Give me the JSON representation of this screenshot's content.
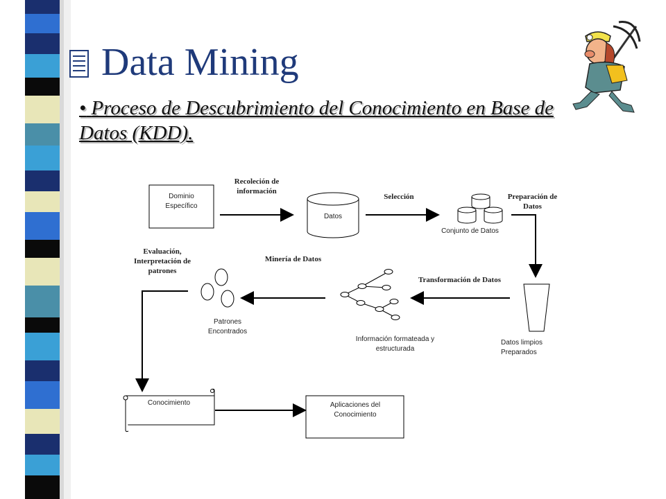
{
  "slide": {
    "title": "Data Mining",
    "subtitle_bullet": "•",
    "subtitle": "Proceso de Descubrimiento del Conocimiento en Base de Datos (KDD)."
  },
  "diagram": {
    "steps": {
      "recoleccion": "Recoleción de información",
      "seleccion": "Selección",
      "preparacion": "Preparación de Datos",
      "transformacion": "Transformación de Datos",
      "mineria": "Minería de Datos",
      "evaluacion": "Evaluación, Interpretación de patrones"
    },
    "nodes": {
      "dominio": "Dominio Específico",
      "datos": "Datos",
      "conjunto": "Conjunto de Datos",
      "limpios": "Datos limpios Preparados",
      "info": "Información formateada y estructurada",
      "patrones": "Patrones Encontrados",
      "conocimiento": "Conocimiento",
      "aplicaciones": "Aplicaciones del Conocimiento"
    }
  },
  "colors": {
    "title": "#1f3a7a",
    "stripe_colors": [
      "#1a2f6e",
      "#2f6fd1",
      "#0a0a0a",
      "#e8e6b8",
      "#3aa0d6",
      "#4a8fa8"
    ]
  }
}
